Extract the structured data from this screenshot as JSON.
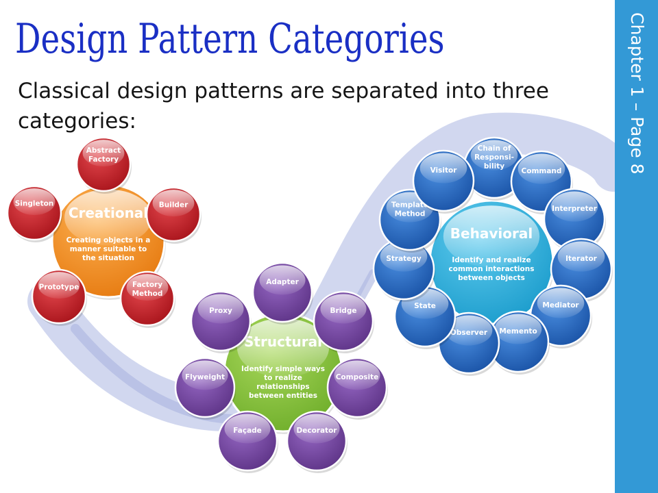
{
  "title": "Design Pattern Categories",
  "subtitle": "Classical design patterns are separated into three categories:",
  "sidebar": "Chapter 1 – Page 8",
  "colors": {
    "title": "#1a2fc4",
    "sidebar": "#3399d6",
    "creational_hub": "#f5901e",
    "creational_nodes": "#c8222a",
    "structural_hub": "#8cc63f",
    "structural_nodes": "#7a4da6",
    "behavioral_hub": "#29b4e0",
    "behavioral_nodes": "#2a6fc4"
  },
  "categories": [
    {
      "name": "Creational",
      "description": [
        "Creating objects in a",
        "manner suitable to",
        "the situation"
      ],
      "patterns": [
        [
          "Abstract",
          "Factory"
        ],
        [
          "Builder"
        ],
        [
          "Factory",
          "Method"
        ],
        [
          "Prototype"
        ],
        [
          "Singleton"
        ]
      ]
    },
    {
      "name": "Structural",
      "description": [
        "Identify simple ways",
        "to realize",
        "relationships",
        "between entities"
      ],
      "patterns": [
        [
          "Adapter"
        ],
        [
          "Bridge"
        ],
        [
          "Composite"
        ],
        [
          "Decorator"
        ],
        [
          "Façade"
        ],
        [
          "Flyweight"
        ],
        [
          "Proxy"
        ]
      ]
    },
    {
      "name": "Behavioral",
      "description": [
        "Identify and realize",
        "common interactions",
        "between objects"
      ],
      "patterns": [
        [
          "Chain of",
          "Responsi-",
          "bility"
        ],
        [
          "Command"
        ],
        [
          "Interpreter"
        ],
        [
          "Iterator"
        ],
        [
          "Mediator"
        ],
        [
          "Memento"
        ],
        [
          "Observer"
        ],
        [
          "State"
        ],
        [
          "Strategy"
        ],
        [
          "Template",
          "Method"
        ],
        [
          "Visitor"
        ]
      ]
    }
  ]
}
